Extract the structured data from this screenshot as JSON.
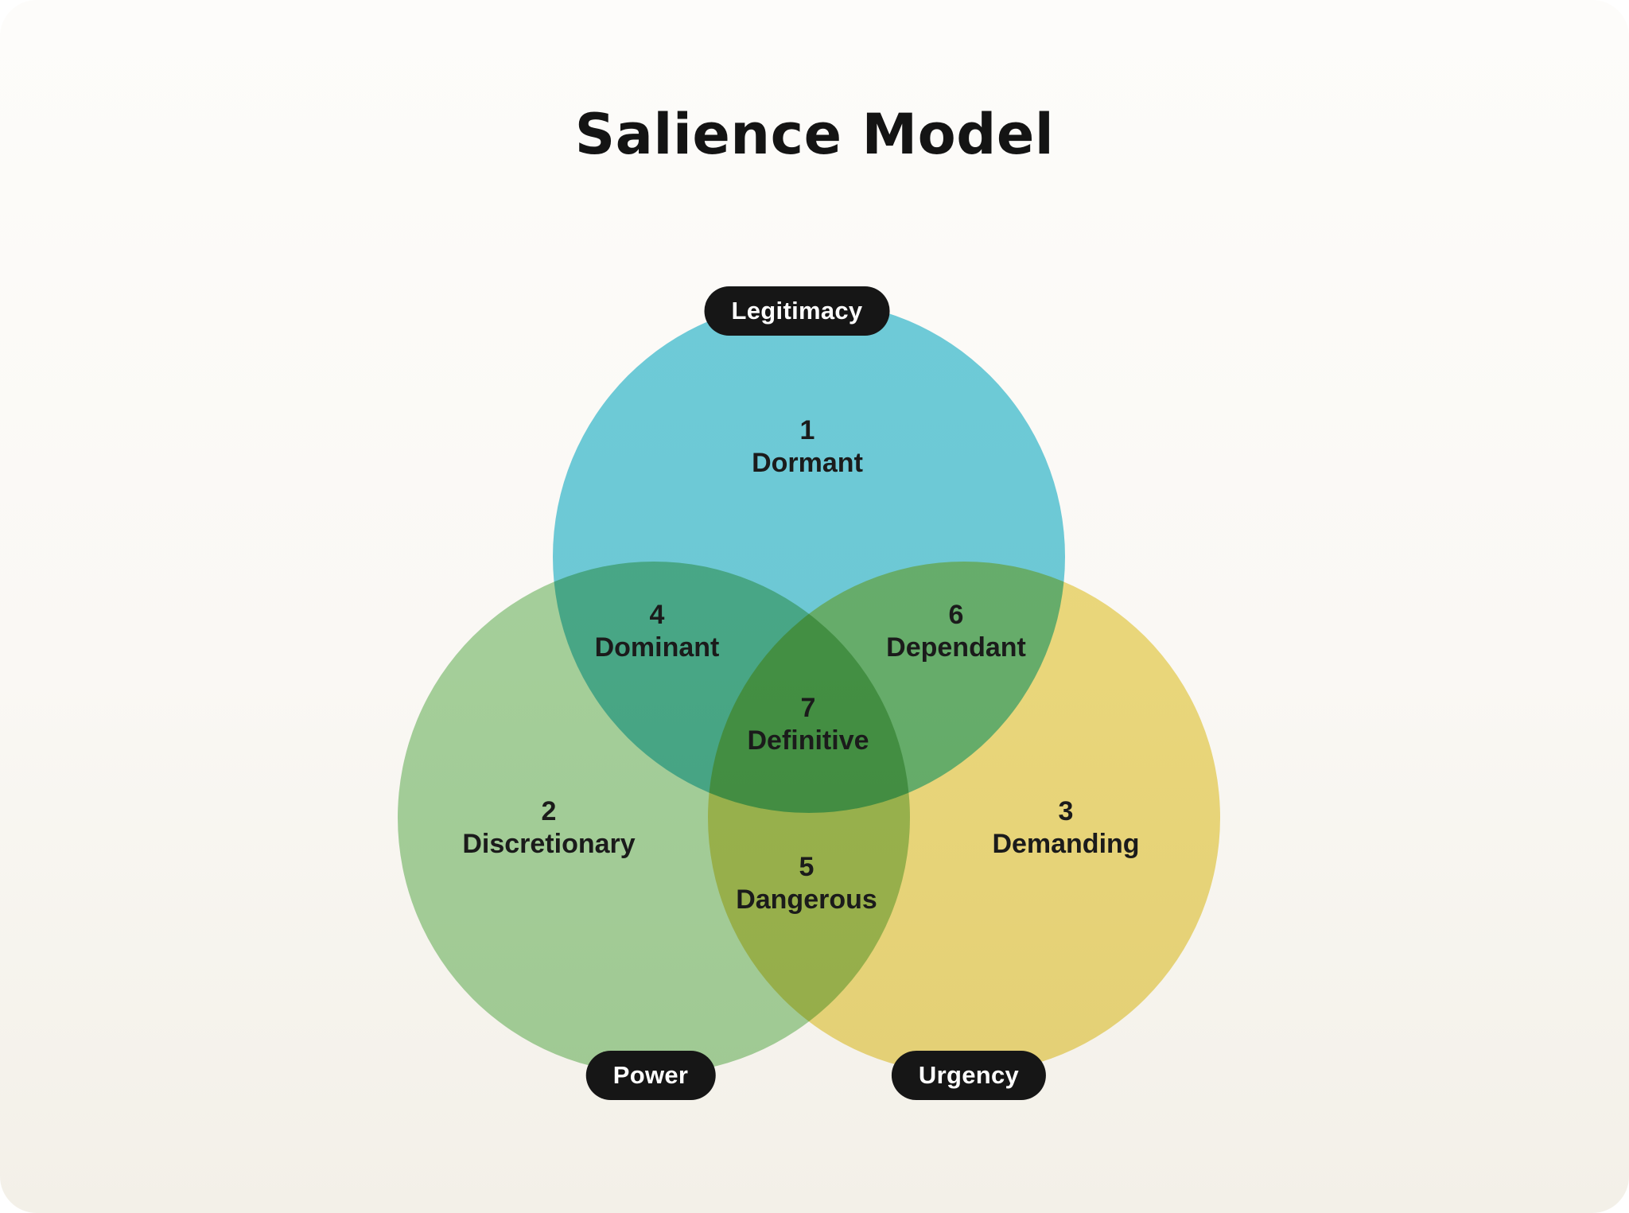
{
  "title": "Salience Model",
  "pills": {
    "legitimacy": "Legitimacy",
    "power": "Power",
    "urgency": "Urgency"
  },
  "regions": [
    {
      "number": "1",
      "label": "Dormant"
    },
    {
      "number": "2",
      "label": "Discretionary"
    },
    {
      "number": "3",
      "label": "Demanding"
    },
    {
      "number": "4",
      "label": "Dominant"
    },
    {
      "number": "5",
      "label": "Dangerous"
    },
    {
      "number": "6",
      "label": "Dependant"
    },
    {
      "number": "7",
      "label": "Definitive"
    }
  ],
  "colors": {
    "legitimacy_circle": "#6fcede",
    "power_circle": "#a7d4a0",
    "urgency_circle": "#eedc80",
    "pill_background": "#161616",
    "pill_text": "#ffffff",
    "label_text": "#1b1b1b",
    "title_text": "#141414",
    "card_background": "#f9f7f2"
  }
}
